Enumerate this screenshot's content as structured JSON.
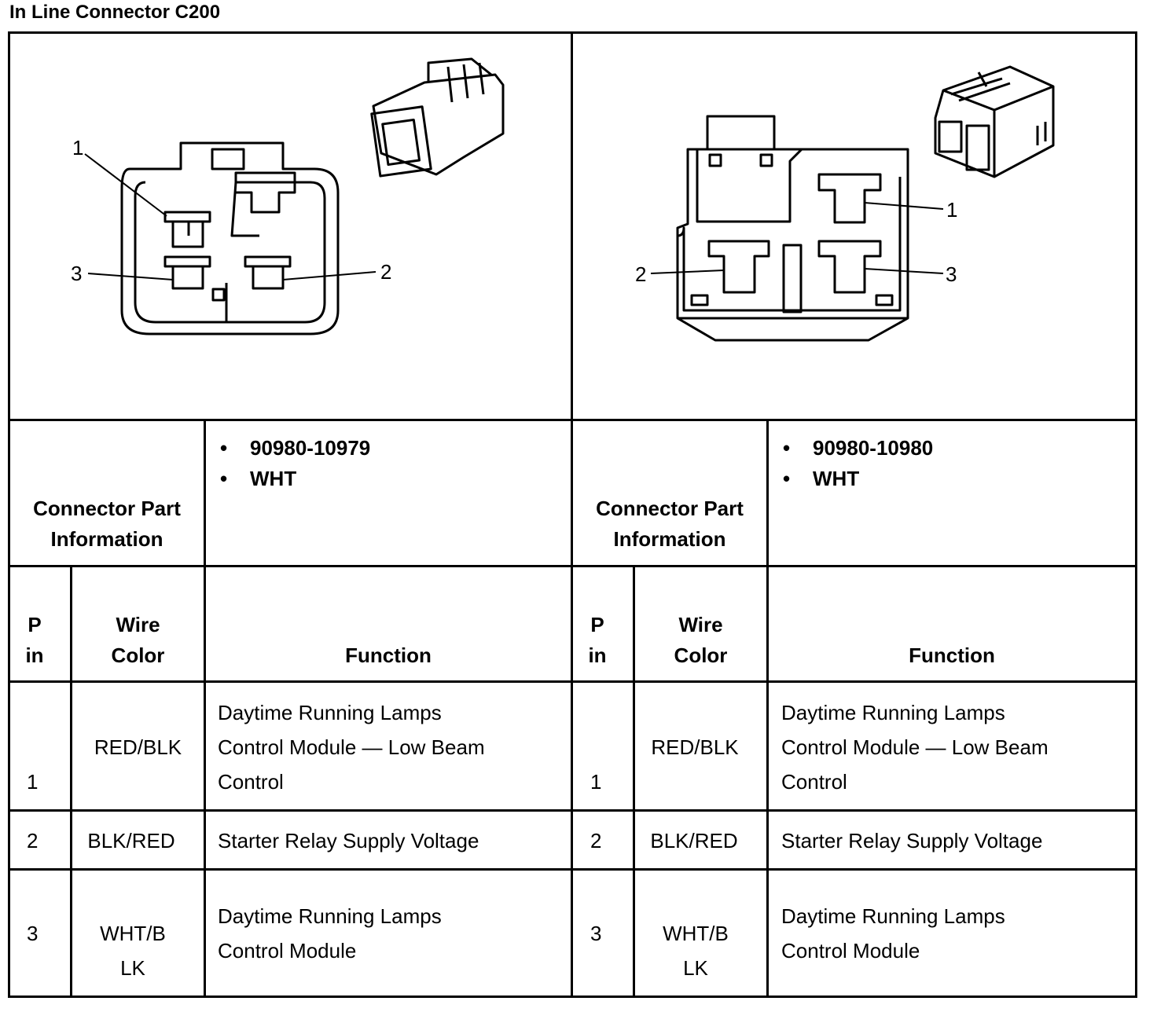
{
  "title": "In Line Connector C200",
  "connectors": [
    {
      "part_info_label_line1": "Connector Part",
      "part_info_label_line2": "Information",
      "part_number": "90980-10979",
      "color": "WHT",
      "headers": {
        "pin_line1": "P",
        "pin_line2": "in",
        "wire_line1": "Wire",
        "wire_line2": "Color",
        "function": "Function"
      },
      "rows": [
        {
          "pin": "1",
          "wire": "RED/BLK",
          "function_lines": [
            "Daytime Running Lamps",
            "Control Module — Low Beam",
            "Control"
          ]
        },
        {
          "pin": "2",
          "wire": "BLK/RED",
          "function_lines": [
            "Starter Relay Supply Voltage"
          ]
        },
        {
          "pin": "3",
          "wire_lines": [
            "WHT/B",
            "LK"
          ],
          "function_lines": [
            "Daytime Running Lamps",
            "Control Module"
          ]
        }
      ],
      "diagram_labels": [
        "1",
        "2",
        "3"
      ]
    },
    {
      "part_info_label_line1": "Connector Part",
      "part_info_label_line2": "Information",
      "part_number": "90980-10980",
      "color": "WHT",
      "headers": {
        "pin_line1": "P",
        "pin_line2": "in",
        "wire_line1": "Wire",
        "wire_line2": "Color",
        "function": "Function"
      },
      "rows": [
        {
          "pin": "1",
          "wire": "RED/BLK",
          "function_lines": [
            "Daytime Running Lamps",
            "Control Module — Low Beam",
            "Control"
          ]
        },
        {
          "pin": "2",
          "wire": "BLK/RED",
          "function_lines": [
            "Starter Relay Supply Voltage"
          ]
        },
        {
          "pin": "3",
          "wire_lines": [
            "WHT/B",
            "LK"
          ],
          "function_lines": [
            "Daytime Running Lamps",
            "Control Module"
          ]
        }
      ],
      "diagram_labels": [
        "1",
        "2",
        "3"
      ]
    }
  ]
}
